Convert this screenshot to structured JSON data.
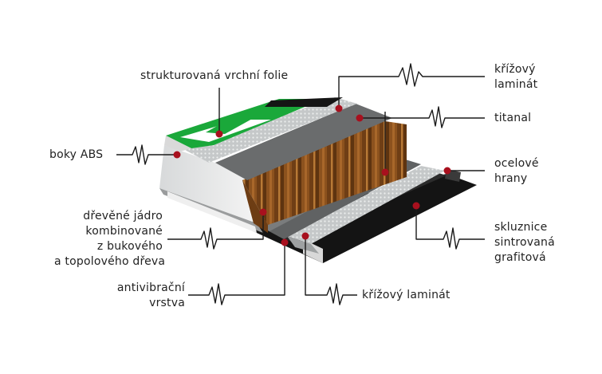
{
  "labels": {
    "top_film": "strukturovaná vrchní folie",
    "abs_sides": "boky ABS",
    "wood_core": [
      "dřevěné jádro",
      "kombinované",
      "z bukového",
      "a topolového dřeva"
    ],
    "antivibration": [
      "antivibrační",
      "vrstva"
    ],
    "cross_laminate_bottom": "křížový laminát",
    "cross_laminate_top": [
      "křížový",
      "laminát"
    ],
    "titanal": "titanal",
    "steel_edges": [
      "ocelové",
      "hrany"
    ],
    "base": [
      "skluznice",
      "sintrovaná",
      "grafitová"
    ]
  },
  "colors": {
    "marker": "#a8101e",
    "green_topsheet": "#1aa83a",
    "wood": "#8a4f1c",
    "laminate": "#b9bcbd",
    "titanal": "#6b6d6e",
    "base": "#141414"
  }
}
